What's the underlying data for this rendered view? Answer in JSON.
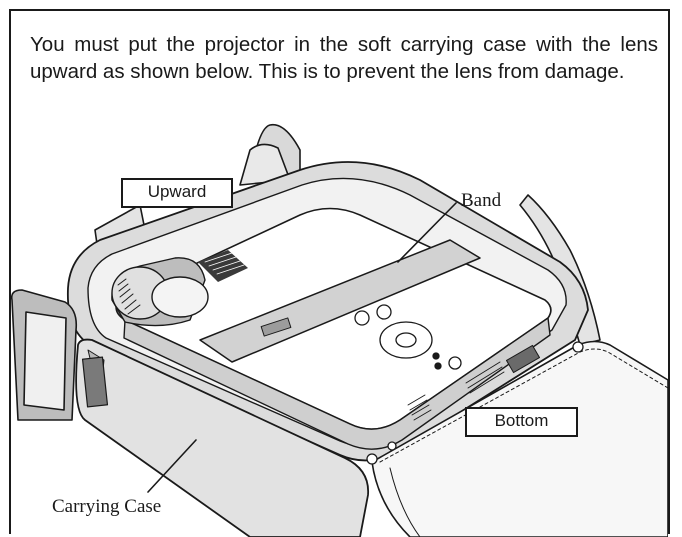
{
  "instruction_text": "You must put the projector in the soft carrying case with the lens upward as shown below. This is to prevent the lens from damage.",
  "labels": {
    "upward": "Upward",
    "band": "Band",
    "bottom": "Bottom",
    "carrying_case": "Carrying Case"
  },
  "colors": {
    "ink": "#1a1a1a",
    "case_grey": "#d6d6d6",
    "case_dark": "#9a9a9a"
  }
}
